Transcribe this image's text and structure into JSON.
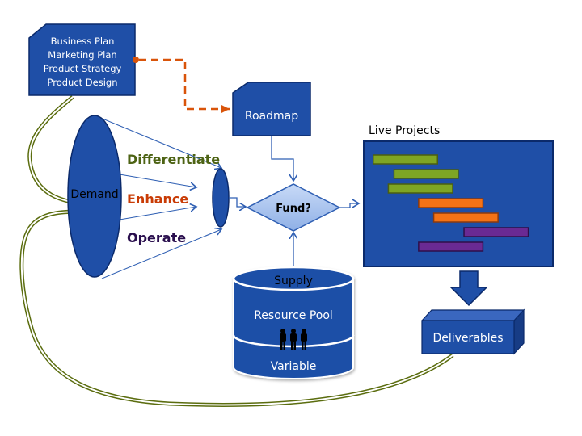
{
  "colors": {
    "box_fill": "#1f4fa7",
    "box_stroke": "#0b2a6b",
    "dashed_connector": "#d9540a",
    "feedback_arrow": "#5b6d0f",
    "diamond_fill": "#a9c4ef",
    "gantt_green": "#7ea524",
    "gantt_orange": "#f47216",
    "gantt_purple": "#6a2a93",
    "differentiate_text": "#4d6314",
    "enhance_text": "#c93c06",
    "operate_text": "#2a0f4e"
  },
  "plans_box": {
    "lines": [
      "Business Plan",
      "Marketing Plan",
      "Product Strategy",
      "Product Design"
    ]
  },
  "roadmap": {
    "label": "Roadmap"
  },
  "demand": {
    "label": "Demand"
  },
  "categories": {
    "differentiate": "Differentiate",
    "enhance": "Enhance",
    "operate": "Operate"
  },
  "decision": {
    "label": "Fund?"
  },
  "supply": {
    "top": "Supply",
    "middle": "Resource Pool",
    "bottom": "Variable"
  },
  "live_projects": {
    "title": "Live Projects",
    "bars": [
      {
        "color": "green",
        "start": 0.05,
        "end": 0.39
      },
      {
        "color": "green",
        "start": 0.16,
        "end": 0.5
      },
      {
        "color": "green",
        "start": 0.13,
        "end": 0.47
      },
      {
        "color": "orange",
        "start": 0.29,
        "end": 0.63
      },
      {
        "color": "orange",
        "start": 0.37,
        "end": 0.71
      },
      {
        "color": "purple",
        "start": 0.53,
        "end": 0.87
      },
      {
        "color": "purple",
        "start": 0.29,
        "end": 0.63
      }
    ]
  },
  "deliverables": {
    "label": "Deliverables"
  }
}
